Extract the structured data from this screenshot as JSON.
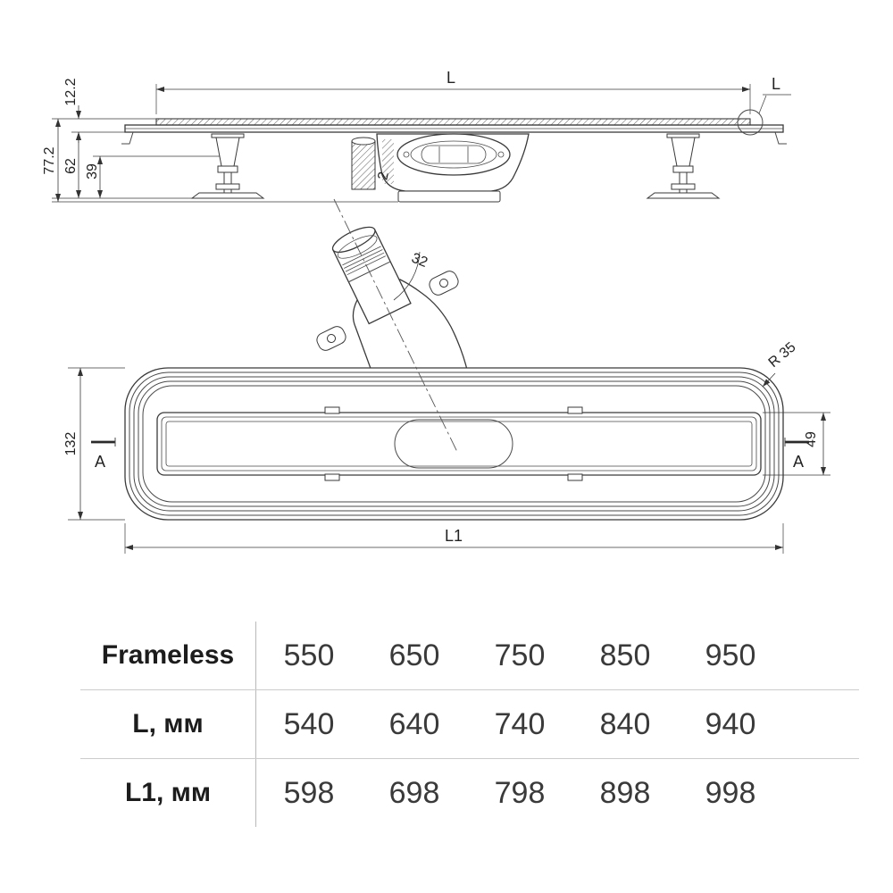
{
  "side_view": {
    "length_label": "L",
    "detail_label": "L",
    "grate_height": "12.2",
    "total_height": "77.2",
    "channel_height": "62",
    "leg_height": "39",
    "wall_thickness": "2"
  },
  "plan_view": {
    "pipe_dim": "32",
    "corner_radius": "R 35",
    "body_width": "132",
    "grate_width": "49",
    "length_label": "L1",
    "section_left": "A",
    "section_right": "A"
  },
  "table": {
    "rows": [
      {
        "label": "Frameless",
        "values": [
          "550",
          "650",
          "750",
          "850",
          "950"
        ]
      },
      {
        "label": "L, мм",
        "values": [
          "540",
          "640",
          "740",
          "840",
          "940"
        ]
      },
      {
        "label": "L1, мм",
        "values": [
          "598",
          "698",
          "798",
          "898",
          "998"
        ]
      }
    ]
  },
  "colors": {
    "line": "#3a3a3a",
    "table_rule": "#cccccc",
    "text": "#222222"
  }
}
